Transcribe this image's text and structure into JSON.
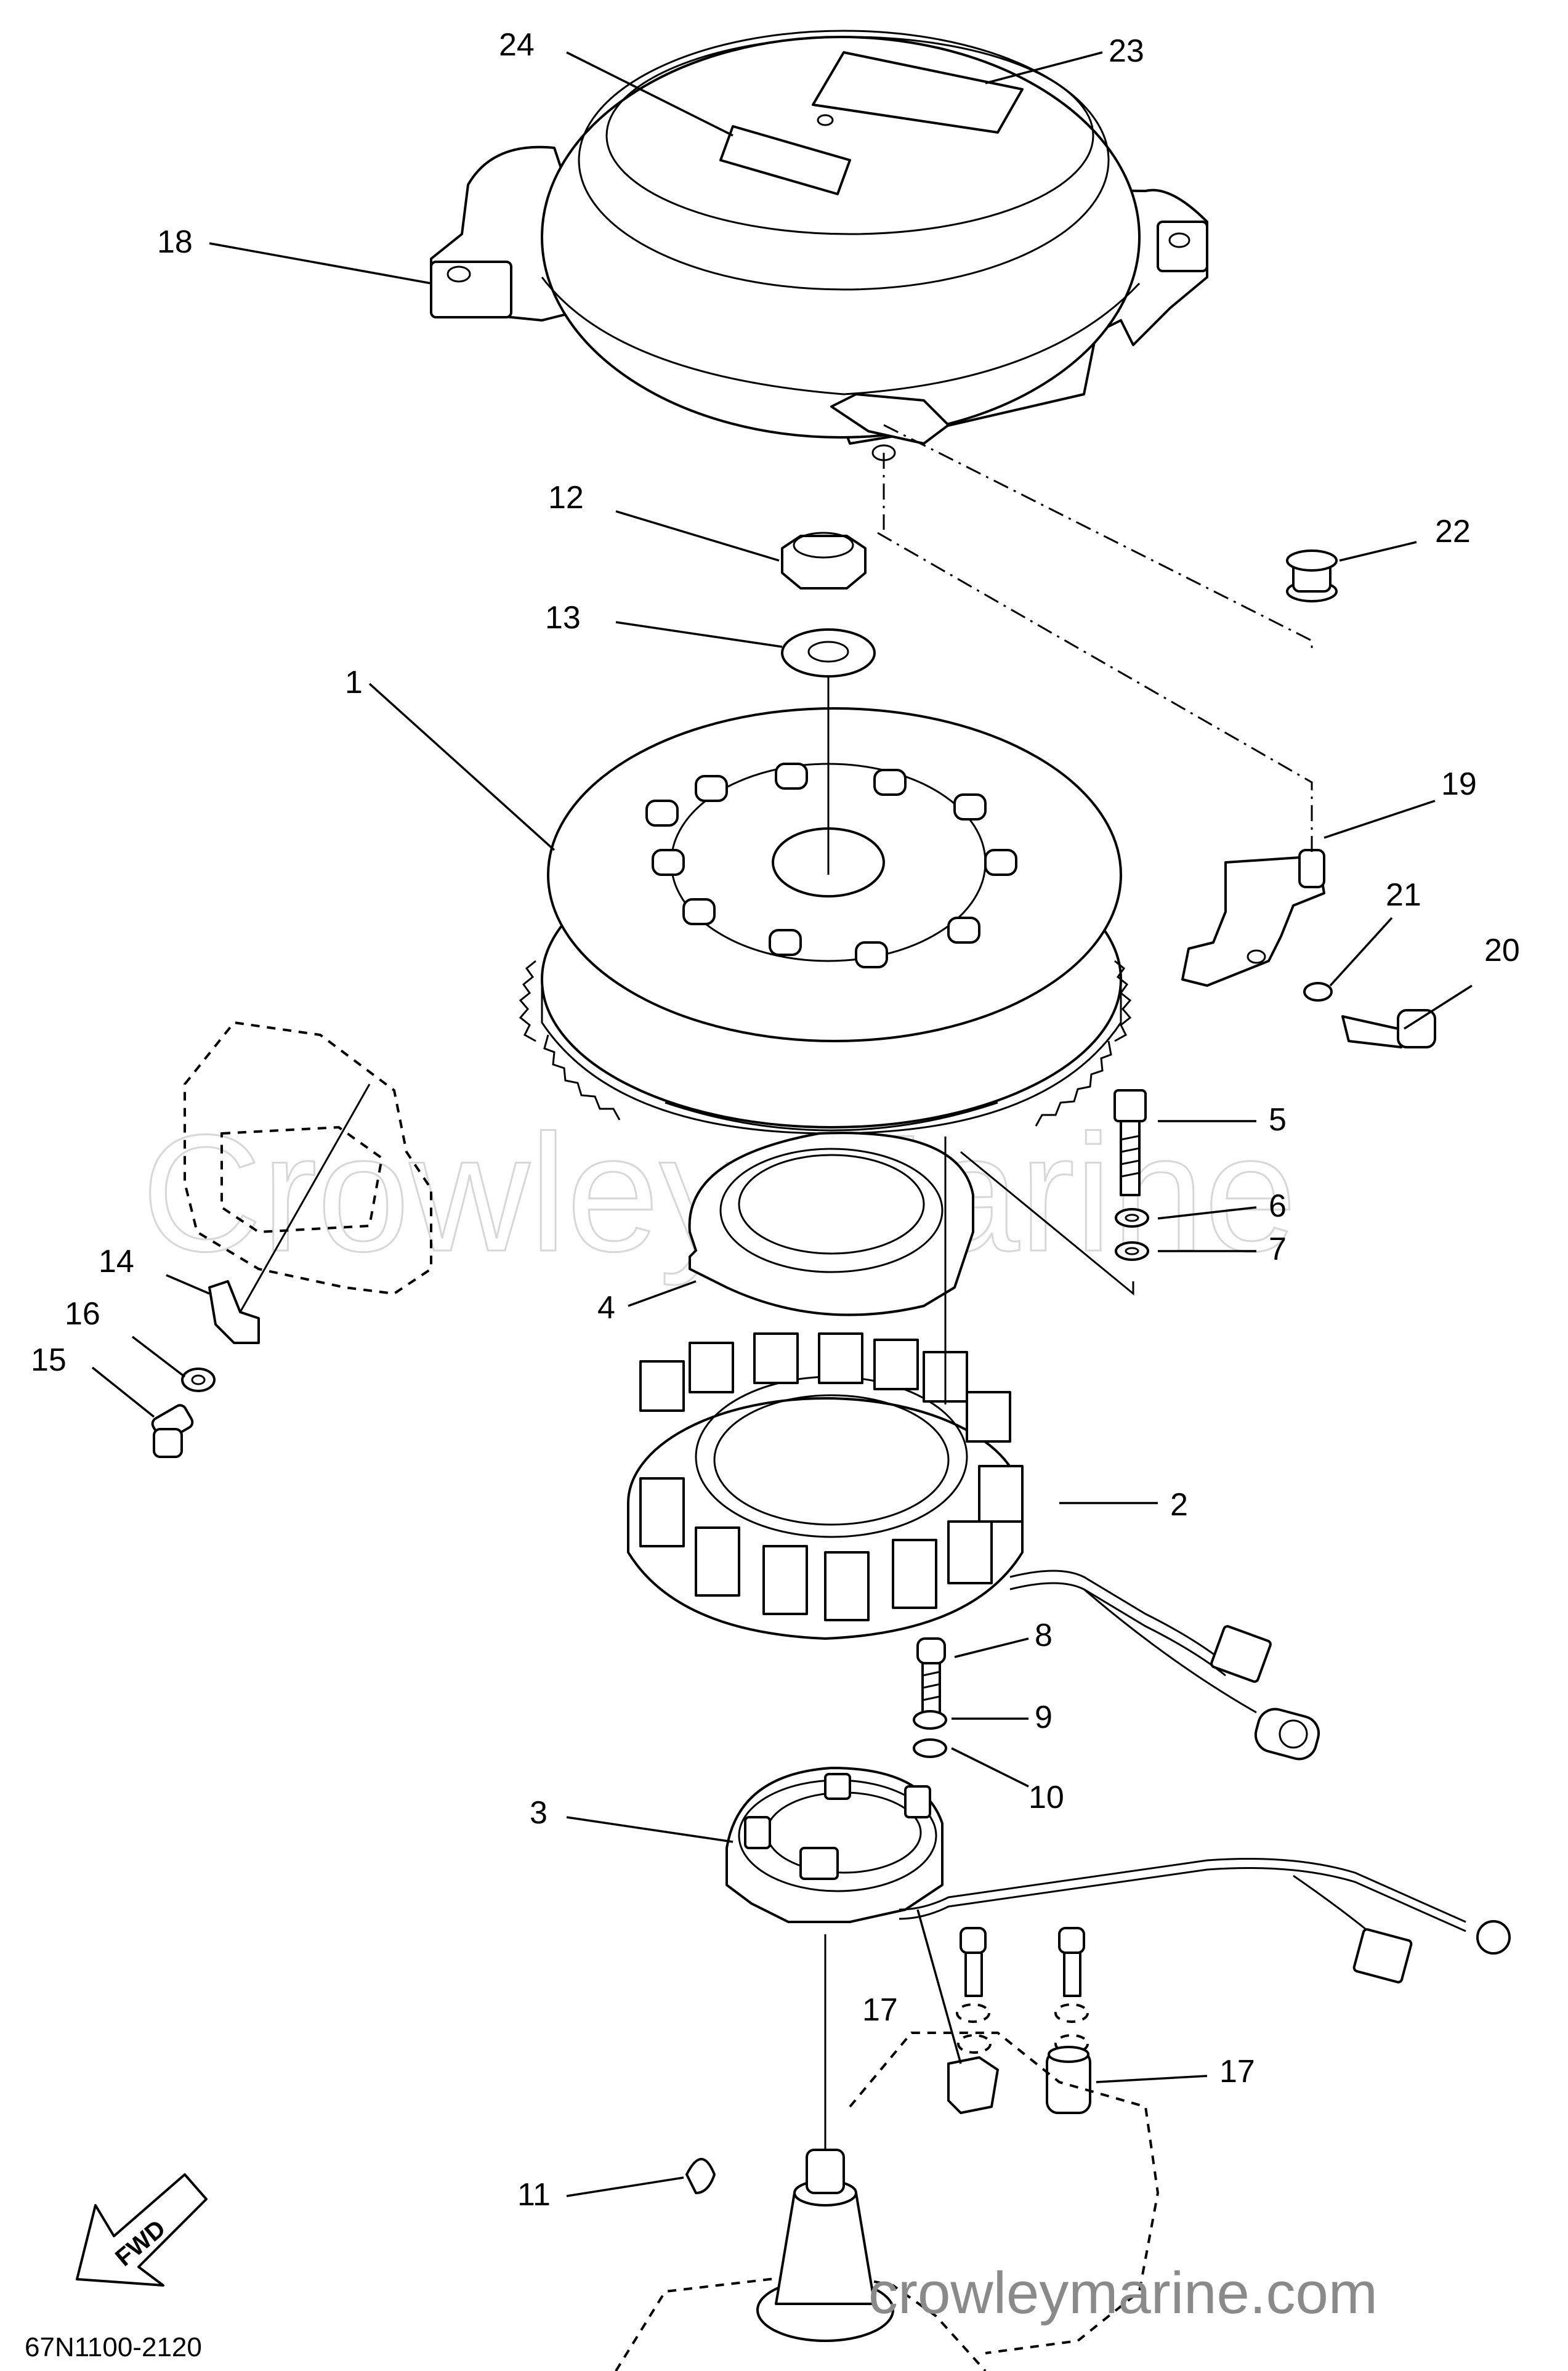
{
  "diagram": {
    "callouts": [
      "1",
      "2",
      "3",
      "4",
      "5",
      "6",
      "7",
      "8",
      "9",
      "10",
      "11",
      "12",
      "13",
      "14",
      "15",
      "16",
      "17",
      "17",
      "18",
      "19",
      "20",
      "21",
      "22",
      "23",
      "24"
    ],
    "watermark": "Crowley Marine",
    "website": "crowleymarine.com",
    "drawing_code": "67N1100-2120",
    "fwd_label": "FWD"
  }
}
